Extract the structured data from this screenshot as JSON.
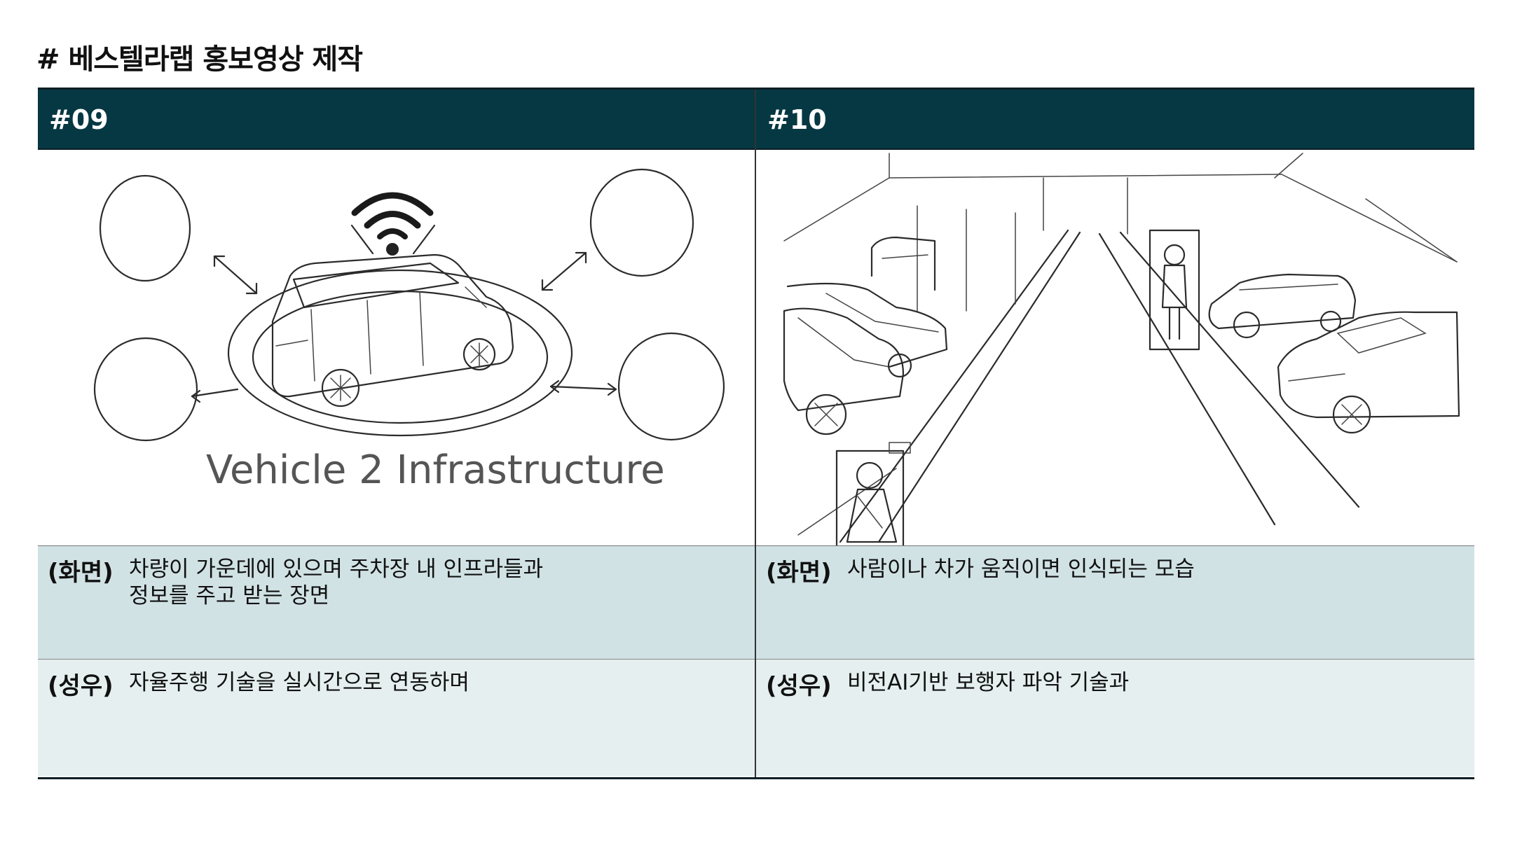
{
  "page": {
    "title": "# 베스텔라랩 홍보영상 제작"
  },
  "scenes": [
    {
      "number": "#09",
      "sketch_caption": "Vehicle 2 Infrastructure",
      "screen_label": "(화면)",
      "screen_lines": [
        "차량이 가운데에 있으며 주차장 내 인프라들과",
        "정보를 주고 받는 장면"
      ],
      "voice_label": "(성우)",
      "voice_lines": [
        "자율주행 기술을 실시간으로 연동하며"
      ]
    },
    {
      "number": "#10",
      "screen_label": "(화면)",
      "screen_lines": [
        "사람이나 차가 움직이면 인식되는 모습"
      ],
      "voice_label": "(성우)",
      "voice_lines": [
        "비전AI기반 보행자 파악 기술과"
      ]
    }
  ],
  "icons": {
    "wifi": "wifi-icon",
    "car": "car-sketch",
    "person": "person-sketch"
  },
  "colors": {
    "header_bg": "#063843",
    "screen_row_bg": "#d1e2e5",
    "voice_row_bg": "#e5eff0"
  }
}
